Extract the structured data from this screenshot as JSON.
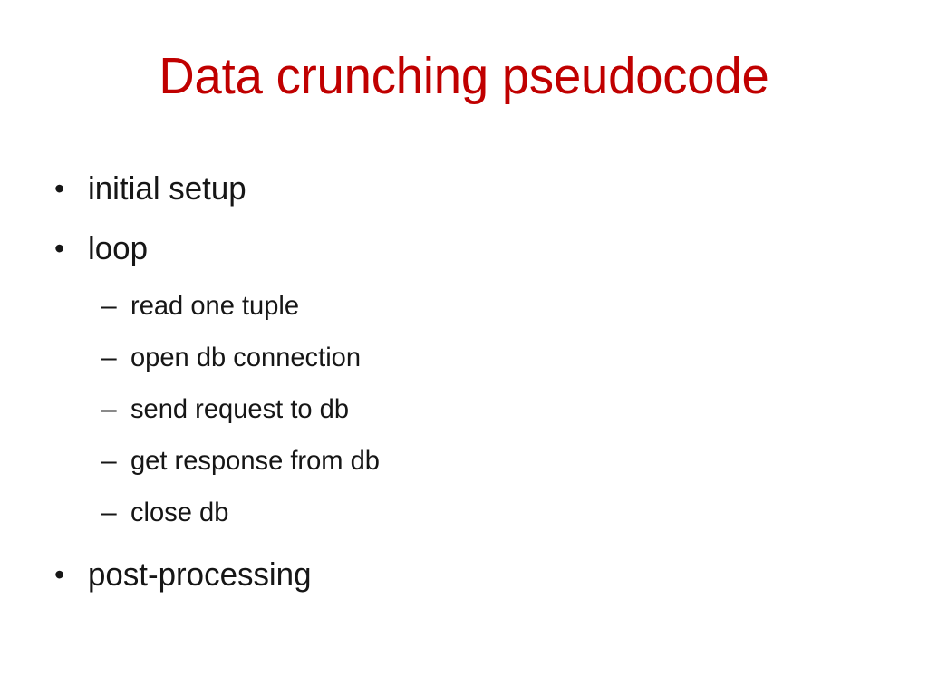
{
  "slide": {
    "title": "Data crunching pseudocode",
    "title_color": "#C00000",
    "body_color": "#161616",
    "background_color": "#FFFFFF",
    "bullet_marker_level1": "•",
    "bullet_marker_level2": "–",
    "items": [
      {
        "level": 1,
        "text": "initial setup"
      },
      {
        "level": 1,
        "text": "loop"
      },
      {
        "level": 2,
        "text": "read one tuple"
      },
      {
        "level": 2,
        "text": "open db connection"
      },
      {
        "level": 2,
        "text": "send request to db"
      },
      {
        "level": 2,
        "text": "get response from db"
      },
      {
        "level": 2,
        "text": "close db"
      },
      {
        "level": 1,
        "text": "post-processing"
      }
    ]
  }
}
